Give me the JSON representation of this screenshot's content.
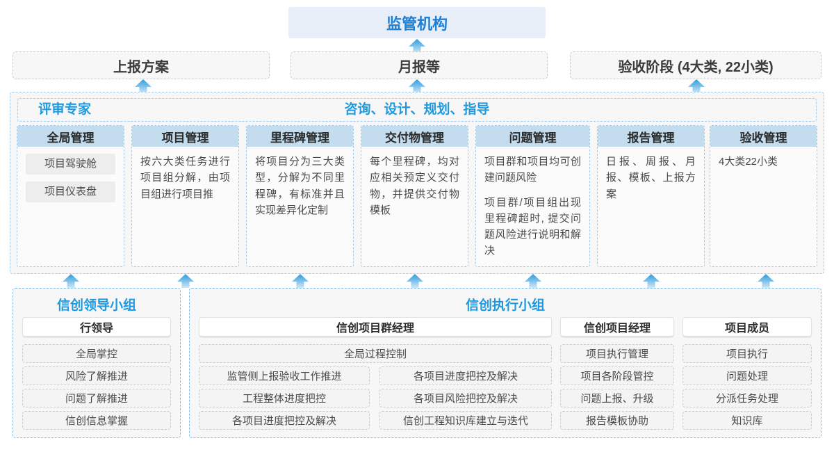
{
  "top": {
    "regulator": "监管机构",
    "deliverables": [
      {
        "label": "上报方案"
      },
      {
        "label": "月报等"
      },
      {
        "label": "验收阶段 (4大类, 22小类)"
      }
    ]
  },
  "consulting_panel": {
    "left_title": "评审专家",
    "center_title": "咨询、设计、规划、指导",
    "columns": [
      {
        "head": "全局管理",
        "pills": [
          "项目驾驶舱",
          "项目仪表盘"
        ],
        "paragraphs": []
      },
      {
        "head": "项目管理",
        "pills": [],
        "paragraphs": [
          "按六大类任务进行项目组分解，由项目组进行项目推"
        ]
      },
      {
        "head": "里程碑管理",
        "pills": [],
        "paragraphs": [
          "将项目分为三大类型，分解为不同里程碑，有标准并且实现差异化定制"
        ]
      },
      {
        "head": "交付物管理",
        "pills": [],
        "paragraphs": [
          "每个里程碑，均对应相关预定义交付物，并提供交付物模板"
        ]
      },
      {
        "head": "问题管理",
        "pills": [],
        "paragraphs": [
          "项目群和项目均可创建问题风险",
          "项目群/项目组出现里程碑超时, 提交问题风险进行说明和解决"
        ]
      },
      {
        "head": "报告管理",
        "pills": [],
        "paragraphs": [
          "日报、周报、月报、模板、上报方案"
        ]
      },
      {
        "head": "验收管理",
        "pills": [],
        "paragraphs": [
          "4大类22小类"
        ]
      }
    ]
  },
  "bottom": {
    "leader_group": {
      "title": "信创领导小组",
      "role": "行领导",
      "items": [
        "全局掌控",
        "风险了解推进",
        "问题了解推进",
        "信创信息掌握"
      ]
    },
    "exec_group": {
      "title": "信创执行小组",
      "program_manager": {
        "role": "信创项目群经理",
        "full_width_item": "全局过程控制",
        "left_items": [
          "监管侧上报验收工作推进",
          "工程整体进度把控",
          "各项目进度把控及解决"
        ],
        "right_items": [
          "各项目进度把控及解决",
          "各项目风险把控及解决",
          "信创工程知识库建立与迭代"
        ]
      },
      "project_manager": {
        "role": "信创项目经理",
        "items": [
          "项目执行管理",
          "项目各阶段管控",
          "问题上报、升级",
          "报告模板协助"
        ]
      },
      "member": {
        "role": "项目成员",
        "items": [
          "项目执行",
          "问题处理",
          "分派任务处理",
          "知识库"
        ]
      }
    }
  },
  "colors": {
    "accent_blue": "#1f9ae0",
    "title_blue": "#1f7fd4",
    "header_fill": "#c3dcee",
    "top_fill": "#e8eef7",
    "panel_border": "#9ecbee",
    "arrow_top": "#2e9bdc",
    "arrow_bottom": "#cfe7f7"
  },
  "arrows": {
    "count_top": 3,
    "count_mid": 7,
    "direction": "up"
  }
}
